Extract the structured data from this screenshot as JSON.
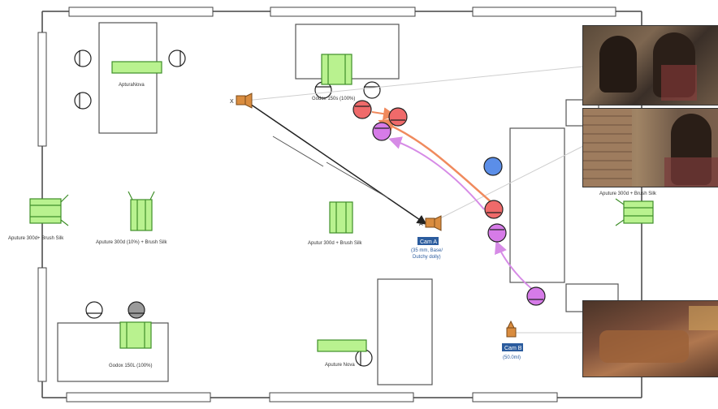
{
  "labels": {
    "aputure_nova_top": "ApturaNova",
    "godox_top": "Godox 150s (100%)",
    "aputure_left": "Aputure 300d+ Brush Silk",
    "aputure_mid_left": "Aputure 300d (10%) + Brush Silk",
    "aputure_center": "Aputur 300d + Brush Silk",
    "aputure_right": "Aputure 300d + Brush Silk",
    "godox_bottom": "Godox 150L (100%)",
    "aputure_nova_bottom": "Aputure Nova",
    "cam_a_tag": "Cam A",
    "cam_a_detail_1": "(35 mm, Base/",
    "cam_a_detail_2": "Dutchy dolly)",
    "cam_b_tag": "Cam B",
    "cam_b_detail": "(50.0ml)",
    "cam_mark_a": "A",
    "cam_mark_top": "X"
  },
  "frames": [
    {
      "name": "frame-top",
      "caption": ""
    },
    {
      "name": "frame-middle",
      "caption": ""
    },
    {
      "name": "frame-bottom",
      "caption": ""
    }
  ],
  "colors": {
    "wall": "#444444",
    "furniture": "#555555",
    "light_fill": "#b9f28f",
    "light_stroke": "#3f8f2a",
    "actor_red": "#ef6a6a",
    "actor_purple": "#d67be8",
    "actor_blue": "#5b8ee8",
    "actor_gray": "#9a9a9a",
    "camera": "#d98c3f",
    "cam_tag": "#2b5c9e",
    "path_orange": "#f08a5d",
    "path_violet": "#d68be6",
    "dolly_track": "#222222"
  },
  "icons": [
    "camera-icon",
    "light-icon",
    "actor-icon",
    "chair-icon"
  ]
}
